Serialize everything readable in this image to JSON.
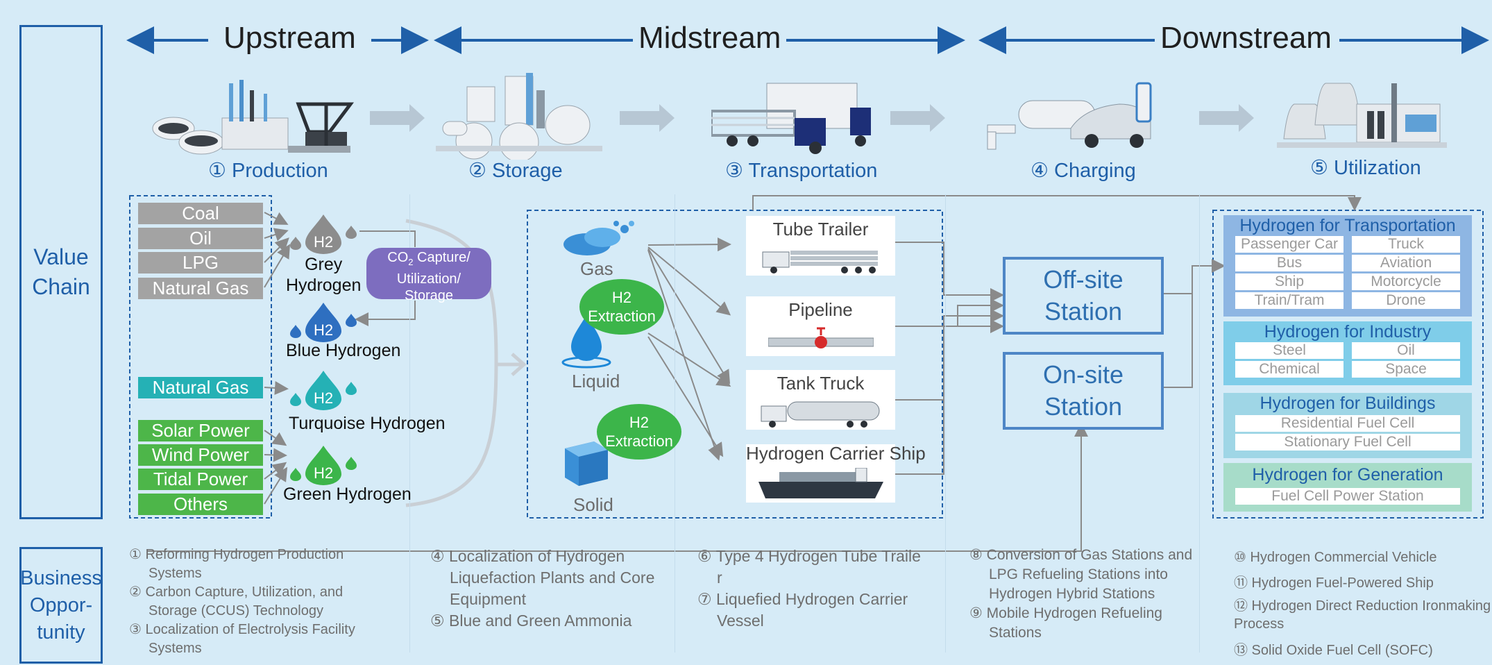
{
  "left_labels": {
    "value_chain": [
      "Value",
      "Chain"
    ],
    "business": [
      "Business",
      "Oppor-",
      "tunity"
    ]
  },
  "streams": {
    "upstream": "Upstream",
    "midstream": "Midstream",
    "downstream": "Downstream"
  },
  "steps": [
    "① Production",
    "② Storage",
    "③ Transportation",
    "④ Charging",
    "⑤ Utilization"
  ],
  "production": {
    "sources": [
      "Coal",
      "Oil",
      "LPG",
      "Natural Gas",
      "Natural Gas",
      "Solar Power",
      "Wind Power",
      "Tidal Power",
      "Others"
    ],
    "drop_label": "H2",
    "hydrogen_types": {
      "grey": [
        "Grey",
        "Hydrogen"
      ],
      "blue": "Blue Hydrogen",
      "turquoise": "Turquoise Hydrogen",
      "green": "Green Hydrogen"
    },
    "ccus": [
      "CO",
      "2",
      " Capture/",
      "Utilization/",
      "Storage"
    ]
  },
  "storage": {
    "states": [
      "Gas",
      "Liquid",
      "Solid"
    ],
    "extraction": [
      "H2",
      "Extraction"
    ]
  },
  "transportation": [
    "Tube Trailer",
    "Pipeline",
    "Tank Truck",
    "Hydrogen Carrier Ship"
  ],
  "charging": {
    "offsite": [
      "Off-site",
      "Station"
    ],
    "onsite": [
      "On-site",
      "Station"
    ]
  },
  "utilization": {
    "transportation": {
      "title": "Hydrogen for Transportation",
      "items": [
        "Passenger Car",
        "Truck",
        "Bus",
        "Aviation",
        "Ship",
        "Motorcycle",
        "Train/Tram",
        "Drone"
      ]
    },
    "industry": {
      "title": "Hydrogen for Industry",
      "items": [
        "Steel",
        "Oil",
        "Chemical",
        "Space"
      ]
    },
    "buildings": {
      "title": "Hydrogen for Buildings",
      "items": [
        "Residential Fuel Cell",
        "Stationary Fuel Cell"
      ]
    },
    "generation": {
      "title": "Hydrogen for Generation",
      "items": [
        "Fuel Cell Power Station"
      ]
    }
  },
  "opportunities": {
    "col1": [
      "① Reforming Hydrogen Production",
      "Systems",
      "② Carbon Capture, Utilization, and",
      "Storage (CCUS) Technology",
      "③ Localization of Electrolysis Facility",
      "Systems"
    ],
    "col2": [
      "④ Localization of Hydrogen",
      "Liquefaction Plants and Core",
      "Equipment",
      "⑤ Blue and Green Ammonia"
    ],
    "col3": [
      "⑥ Type 4 Hydrogen Tube Traile",
      "r",
      "⑦ Liquefied Hydrogen Carrier",
      "Vessel"
    ],
    "col4": [
      "⑧ Conversion of Gas Stations and",
      "LPG Refueling Stations into",
      "Hydrogen Hybrid Stations",
      "⑨ Mobile Hydrogen Refueling",
      "Stations"
    ],
    "col5": [
      "⑩ Hydrogen Commercial Vehicle",
      "⑪ Hydrogen Fuel-Powered Ship",
      "⑫ Hydrogen Direct Reduction Ironmaking",
      "Process",
      "⑬ Solid Oxide Fuel Cell (SOFC)"
    ]
  },
  "colors": {
    "accent_blue": "#1f5fa8",
    "background": "#d6ebf7",
    "grey_source": "#a3a3a3",
    "teal_source": "#25b1b5",
    "green_source": "#4db649",
    "ccus_purple": "#7d6dbf",
    "extraction_green": "#3cb54a"
  }
}
